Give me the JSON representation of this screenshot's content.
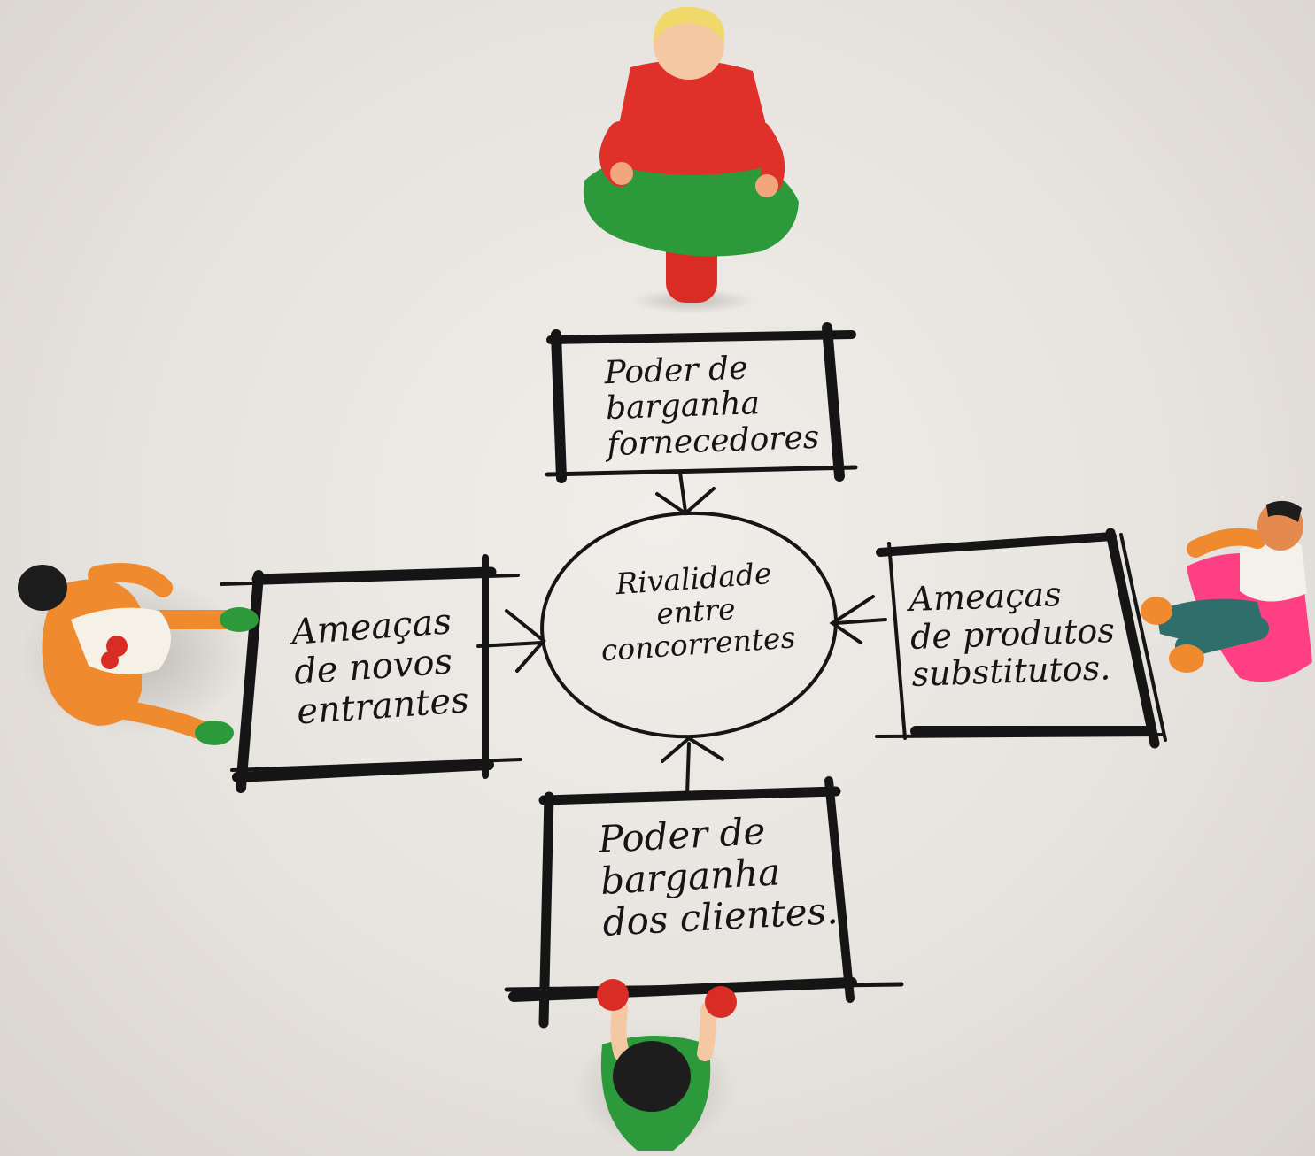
{
  "diagram": {
    "center": {
      "lines": [
        "Rivalidade",
        "entre",
        "concorrentes"
      ]
    },
    "top": {
      "lines": [
        "Poder de",
        "barganha",
        "fornecedores"
      ]
    },
    "left": {
      "lines": [
        "Ameaças",
        "de novos",
        "entrantes"
      ]
    },
    "right": {
      "lines": [
        "Ameaças",
        "de produtos",
        "substitutos."
      ]
    },
    "bottom": {
      "lines": [
        "Poder de",
        "barganha",
        "dos clientes."
      ]
    }
  },
  "colors": {
    "ink": "#151515",
    "paper": "#ebe8e4",
    "figure_red": "#e0302a",
    "figure_green": "#2c9a3a",
    "figure_orange": "#f08a2e",
    "cushion_pink": "#ff3f84"
  },
  "figures": [
    {
      "name": "figure-top-woman-red-green",
      "depicts": "clay figure in red top and green skirt"
    },
    {
      "name": "figure-left-orange",
      "depicts": "orange clay figure holding white object"
    },
    {
      "name": "figure-right-seated",
      "depicts": "clay figure seated on pink cushion"
    },
    {
      "name": "figure-bottom-green",
      "depicts": "clay figure in green seen from above"
    }
  ]
}
